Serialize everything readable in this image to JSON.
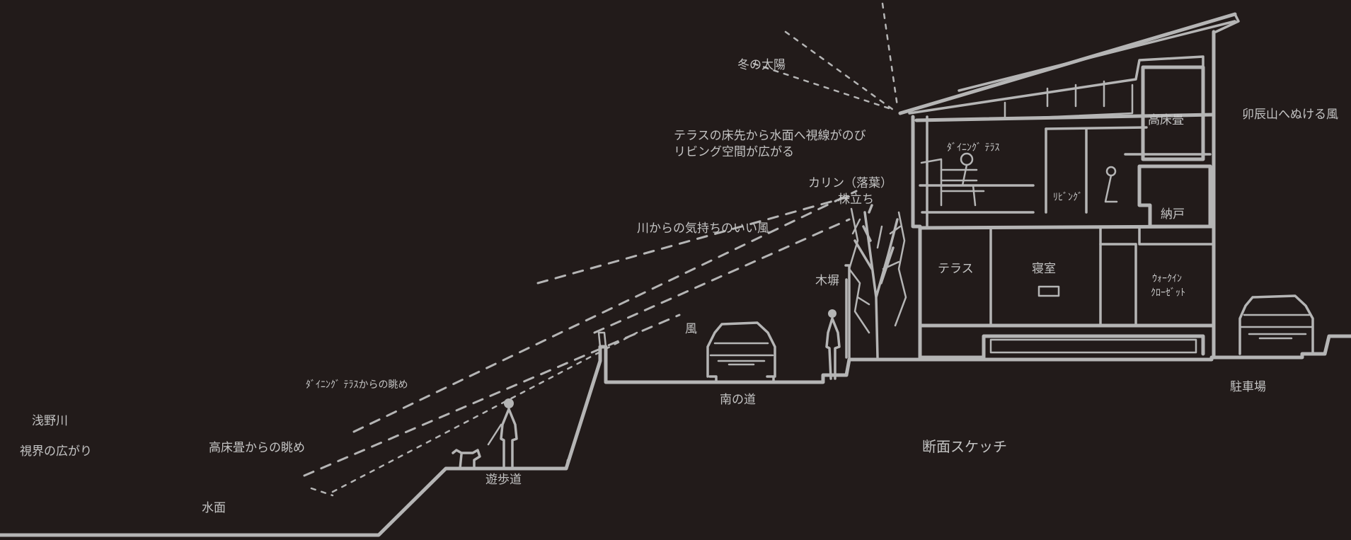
{
  "colors": {
    "background": "#221b1a",
    "line": "#b5b5b5",
    "text": "#c4c4c4"
  },
  "labels": {
    "winter_sun": "冬の太陽",
    "view_line_1": "テラスの床先から水面へ視線がのび",
    "view_line_2": "リビング空間が広がる",
    "karin_1": "カリン（落葉）",
    "karin_2": "株立ち",
    "river_wind": "川からの気持ちのいい風",
    "wood_fence": "木塀",
    "wind": "風",
    "dining_view": "ﾀﾞｲﾆﾝｸﾞ ﾃﾗｽからの眺め",
    "takayuka_view": "高床畳からの眺め",
    "river_name": "浅野川",
    "field_of_view": "視界の広がり",
    "water_surface": "水面",
    "promenade": "遊歩道",
    "south_road": "南の道",
    "section_sketch": "断面スケッチ",
    "parking": "駐車場",
    "mountain_wind": "卯辰山へぬける風"
  },
  "rooms": {
    "takayuka_tatami": "高床畳",
    "dining_terrace": "ﾀﾞｲﾆﾝｸﾞ ﾃﾗｽ",
    "living": "ﾘﾋﾞﾝｸﾞ",
    "storage": "納戸",
    "terrace": "テラス",
    "bedroom": "寝室",
    "walkin_1": "ｳｫｰｸｲﾝ",
    "walkin_2": "ｸﾛｰｾﾞｯﾄ"
  }
}
